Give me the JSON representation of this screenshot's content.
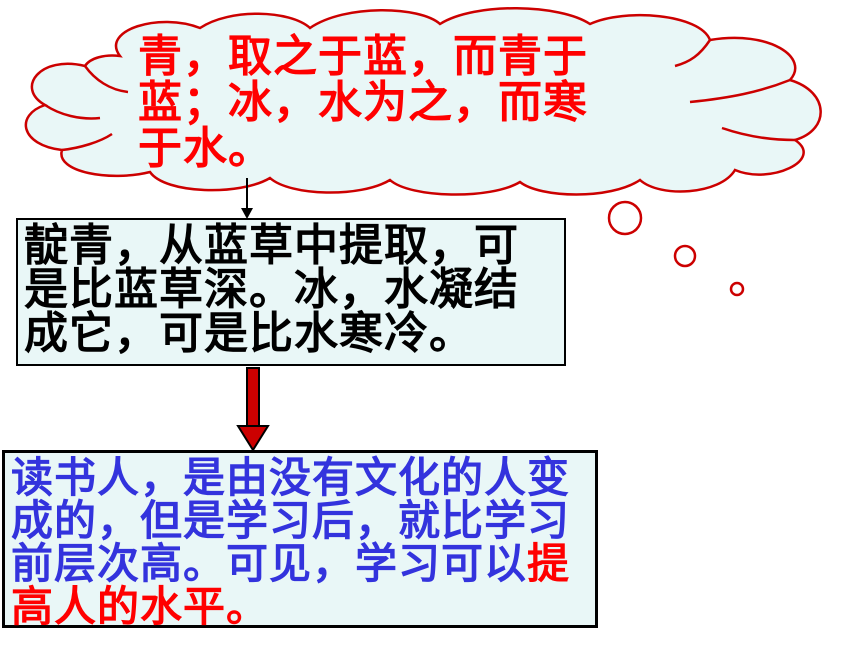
{
  "colors": {
    "cloud_fill": "#e9f7f7",
    "cloud_text": "#ff0000",
    "box1_fill": "#e9f7f7",
    "box1_text": "#000000",
    "box2_fill": "#e9f7f7",
    "box2_text": "#3333dd",
    "box2_highlight": "#ff0000",
    "arrow_fill": "#cc0000",
    "bubble_stroke": "#cc0000"
  },
  "cloud": {
    "lines": [
      "青，取之于蓝，而青于",
      "蓝；冰，水为之，而寒",
      "于水。"
    ]
  },
  "box1": {
    "lines": [
      "靛青，从蓝草中提取，可",
      "是比蓝草深。冰，水凝结",
      "成它，可是比水寒冷。"
    ]
  },
  "box2": {
    "lines": [
      "读书人，是由没有文化的人变",
      "成的，但是学习后，就比学习"
    ],
    "line3_plain": "前层次高。可见，学习可以",
    "line3_highlight": "提",
    "line4_highlight": "高人的水平。"
  }
}
